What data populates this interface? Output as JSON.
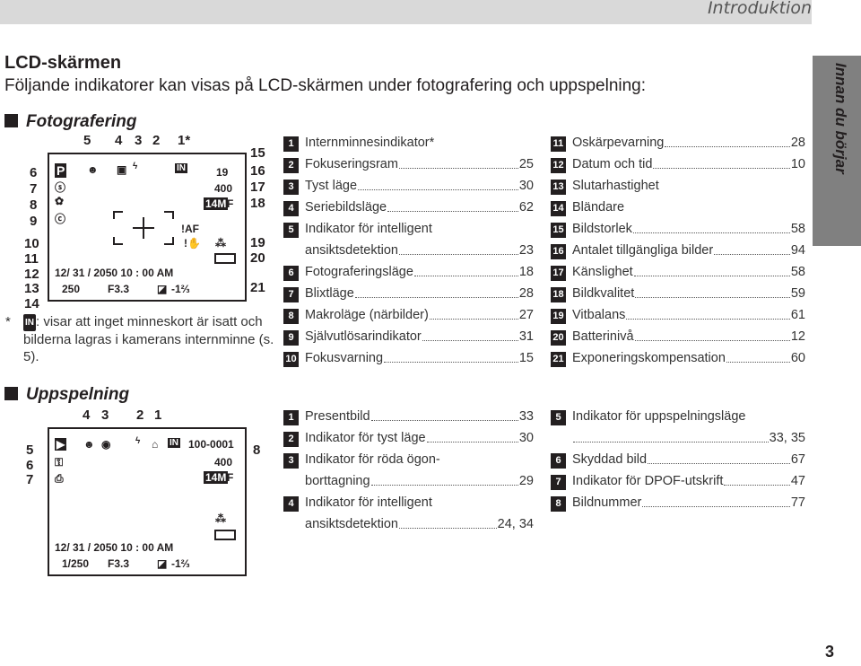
{
  "header": {
    "title": "Introduktion"
  },
  "section": {
    "title": "LCD-skärmen",
    "intro": "Följande indikatorer kan visas på LCD-skärmen under fotografering och uppspelning:"
  },
  "photo": {
    "heading": "Fotografering",
    "note_star": "*",
    "note_text": ": visar att inget minneskort är isatt och bilderna lagras i kamerans internminne (s. 5).",
    "screen": {
      "date": "12/ 31 / 2050   10 : 00  AM",
      "shutter": "250",
      "aperture": "F3.3",
      "ev": "-1⅔",
      "count": "19",
      "iso": "400",
      "size": "14M",
      "quality": "F",
      "af": "!AF"
    },
    "items": [
      {
        "n": "1",
        "label": "Internminnesindikator*",
        "page": ""
      },
      {
        "n": "2",
        "label": "Fokuseringsram",
        "page": "25"
      },
      {
        "n": "3",
        "label": "Tyst läge",
        "page": "30"
      },
      {
        "n": "4",
        "label": "Seriebildsläge",
        "page": "62"
      },
      {
        "n": "5",
        "label": "Indikator för intelligent",
        "label2": "ansiktsdetektion",
        "page": "23"
      },
      {
        "n": "6",
        "label": "Fotograferingsläge",
        "page": "18"
      },
      {
        "n": "7",
        "label": "Blixtläge",
        "page": "28"
      },
      {
        "n": "8",
        "label": "Makroläge (närbilder)",
        "page": "27"
      },
      {
        "n": "9",
        "label": "Självutlösarindikator",
        "page": "31"
      },
      {
        "n": "10",
        "label": "Fokusvarning",
        "page": "15"
      }
    ],
    "items_right": [
      {
        "n": "11",
        "label": "Oskärpevarning",
        "page": "28"
      },
      {
        "n": "12",
        "label": "Datum och tid",
        "page": "10"
      },
      {
        "n": "13",
        "label": "Slutarhastighet",
        "page": ""
      },
      {
        "n": "14",
        "label": "Bländare",
        "page": ""
      },
      {
        "n": "15",
        "label": "Bildstorlek",
        "page": "58"
      },
      {
        "n": "16",
        "label": "Antalet tillgängliga bilder",
        "page": "94"
      },
      {
        "n": "17",
        "label": "Känslighet",
        "page": "58"
      },
      {
        "n": "18",
        "label": "Bildkvalitet",
        "page": "59"
      },
      {
        "n": "19",
        "label": "Vitbalans",
        "page": "61"
      },
      {
        "n": "20",
        "label": "Batterinivå",
        "page": "12"
      },
      {
        "n": "21",
        "label": "Exponeringskompensation",
        "page": "60"
      }
    ]
  },
  "play": {
    "heading": "Uppspelning",
    "screen": {
      "date": "12/ 31 / 2050   10 : 00  AM",
      "shutter": "1/250",
      "aperture": "F3.3",
      "ev": "-1⅔",
      "number": "100-0001",
      "iso": "400",
      "size": "14M",
      "quality": "F"
    },
    "items": [
      {
        "n": "1",
        "label": "Presentbild",
        "page": "33"
      },
      {
        "n": "2",
        "label": "Indikator för tyst läge",
        "page": "30"
      },
      {
        "n": "3",
        "label": "Indikator för röda ögon-",
        "label2": "borttagning",
        "page": "29"
      },
      {
        "n": "4",
        "label": "Indikator för intelligent",
        "label2": "ansiktsdetektion",
        "page": "24, 34"
      }
    ],
    "items_right": [
      {
        "n": "5",
        "label": "Indikator för uppspelningsläge",
        "label2": "",
        "page": "33, 35"
      },
      {
        "n": "6",
        "label": "Skyddad bild",
        "page": "67"
      },
      {
        "n": "7",
        "label": "Indikator för DPOF-utskrift",
        "page": "47"
      },
      {
        "n": "8",
        "label": "Bildnummer",
        "page": "77"
      }
    ]
  },
  "side_tab": "Innan du börjar",
  "page_number": "3"
}
